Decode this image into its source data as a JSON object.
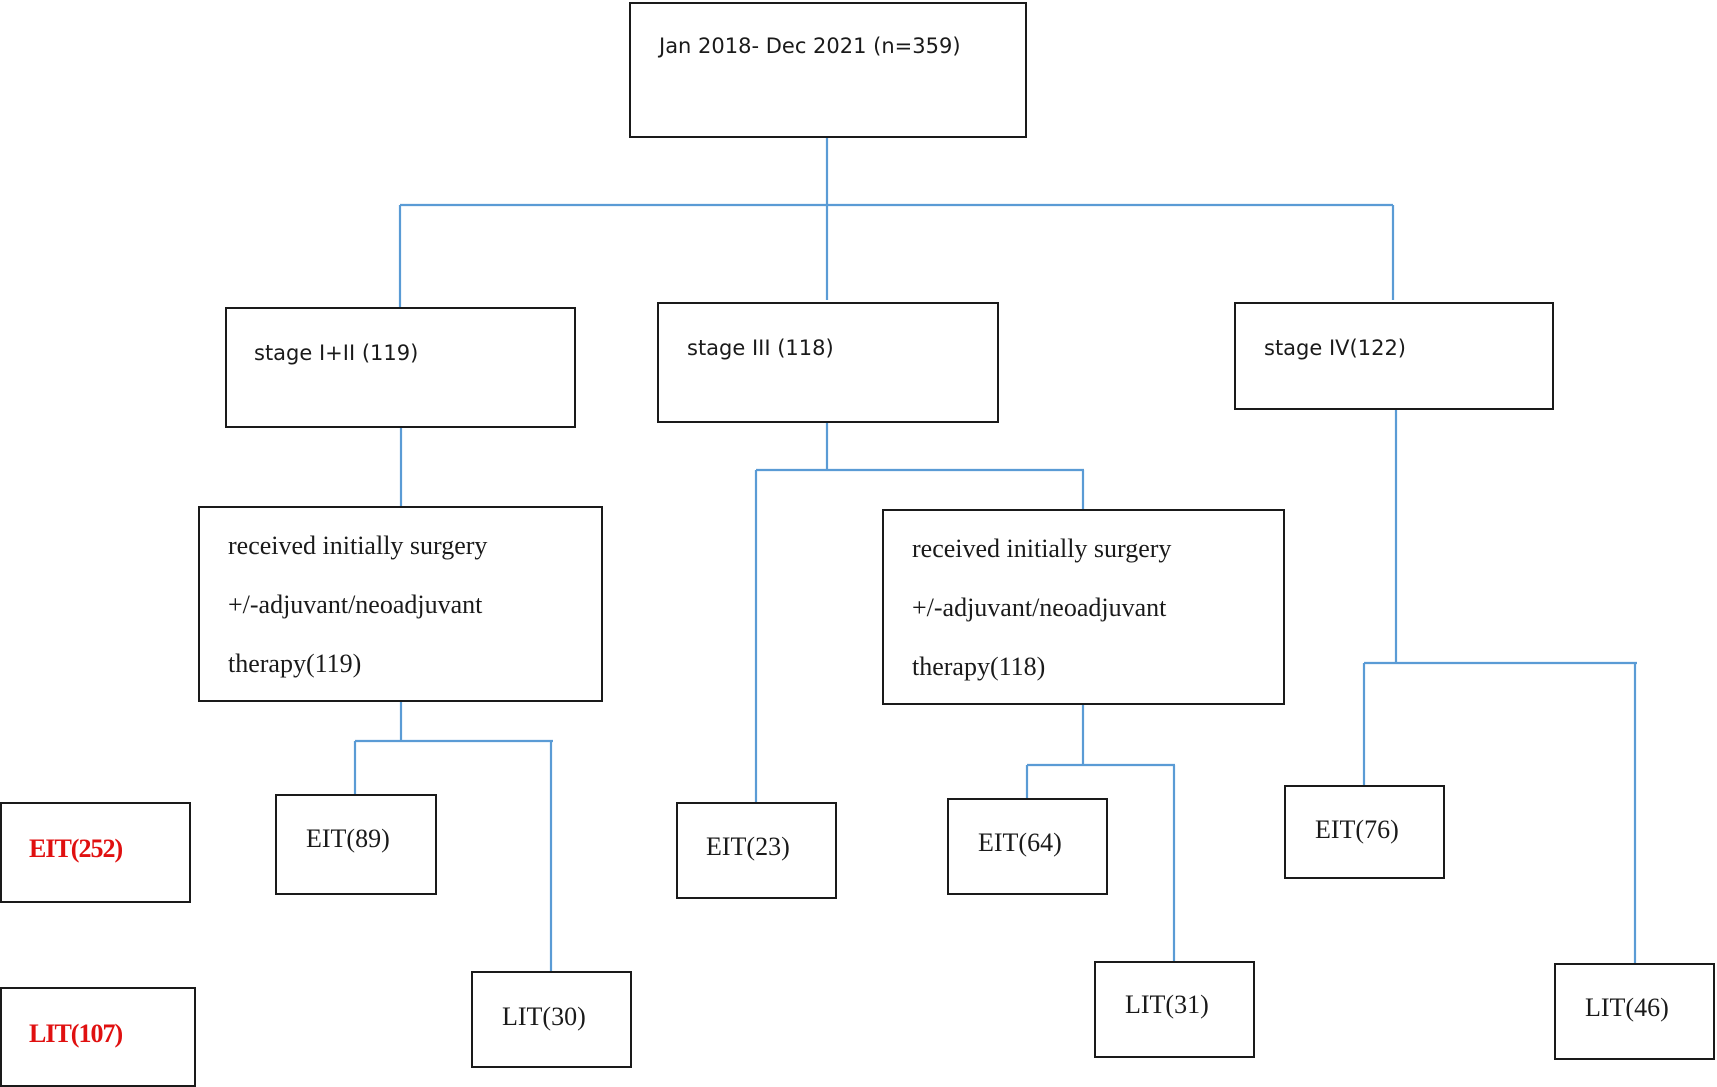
{
  "root": {
    "label": "Jan 2018- Dec 2021 (n=359)"
  },
  "stages": [
    {
      "label": "stage I+II (119)"
    },
    {
      "label": "stage III (118)"
    },
    {
      "label": "stage IV(122)"
    }
  ],
  "surgery_boxes": [
    {
      "line1": "received initially surgery",
      "line2": "+/-adjuvant/neoadjuvant",
      "line3": "therapy(119)"
    },
    {
      "line1": "received initially surgery",
      "line2": "+/-adjuvant/neoadjuvant",
      "line3": "therapy(118)"
    }
  ],
  "leaves": {
    "stage12_eit": "EIT(89)",
    "stage12_lit": "LIT(30)",
    "stage3_eit_direct": "EIT(23)",
    "stage3_eit": "EIT(64)",
    "stage3_lit": "LIT(31)",
    "stage4_eit": "EIT(76)",
    "stage4_lit": "LIT(46)"
  },
  "totals": {
    "eit": "EIT(252)",
    "lit": "LIT(107)",
    "color": "#e01010"
  },
  "connector_color": "#5a9bd5"
}
